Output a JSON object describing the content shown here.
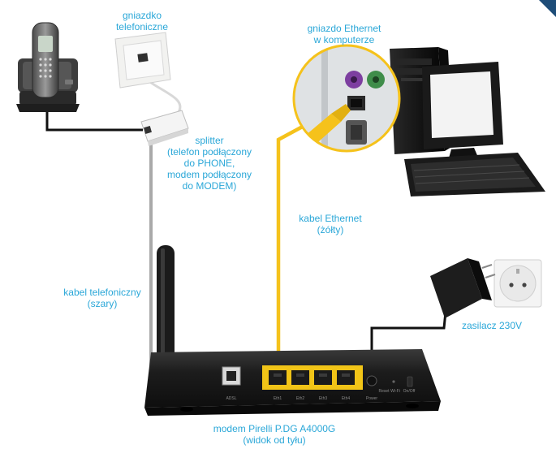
{
  "labels": {
    "phone_socket": [
      "gniazdko",
      "telefoniczne"
    ],
    "ethernet_socket": [
      "gniazdo Ethernet",
      "w komputerze"
    ],
    "splitter": [
      "splitter",
      "(telefon podłączony",
      "do PHONE,",
      "modem podłączony",
      "do MODEM)"
    ],
    "ethernet_cable": [
      "kabel Ethernet",
      "(żółty)"
    ],
    "phone_cable": [
      "kabel telefoniczny",
      "(szary)"
    ],
    "power_supply": [
      "zasilacz 230V"
    ],
    "modem": [
      "modem Pirelli P.DG A4000G",
      "(widok od tyłu)"
    ]
  },
  "modem_ports": [
    "ADSL",
    "Eth1",
    "Eth2",
    "Eth3",
    "Eth4",
    "Power",
    "Reset",
    "Wi-Fi",
    "On/Off"
  ],
  "colors": {
    "label_text": "#2aa7d8",
    "ethernet_cable": "#f5c21b",
    "phone_cable": "#a9a9a9",
    "power_cable": "#1a1a1a",
    "corner_accent": "#1e4d78"
  }
}
